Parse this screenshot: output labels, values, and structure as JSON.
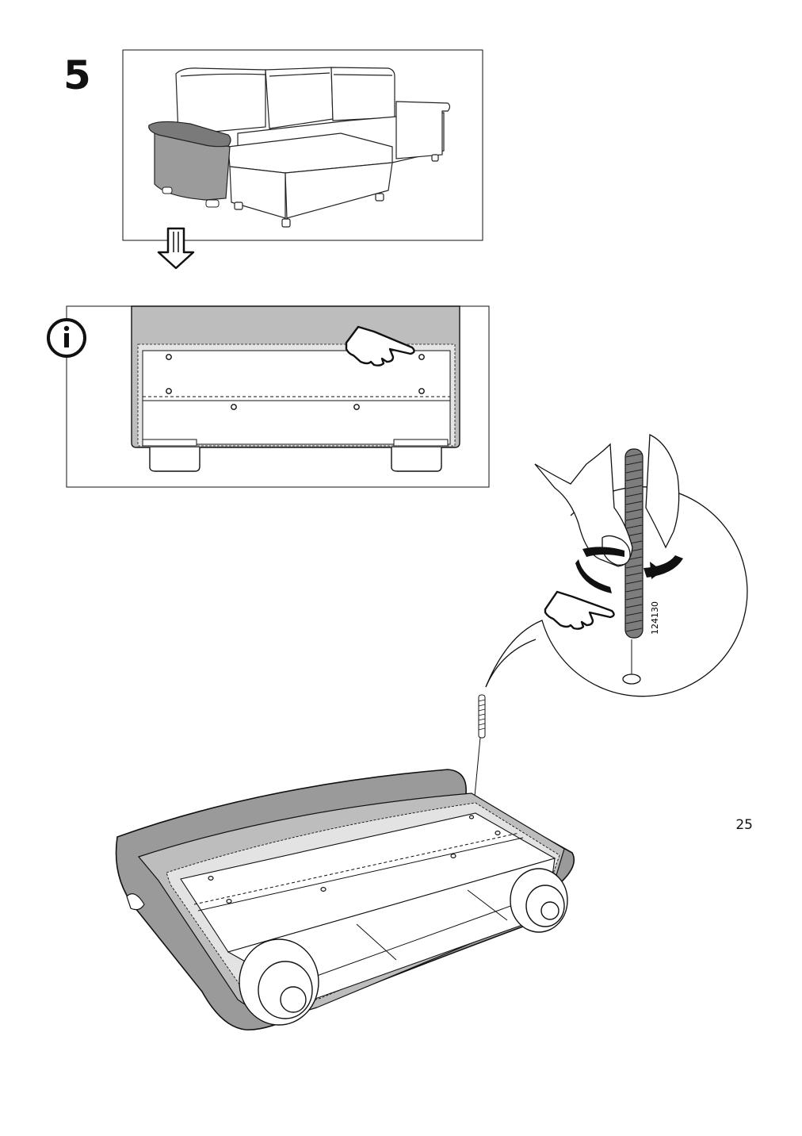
{
  "step": {
    "number": "5"
  },
  "detail": {
    "part_number": "124130"
  },
  "page": {
    "number": "25"
  }
}
